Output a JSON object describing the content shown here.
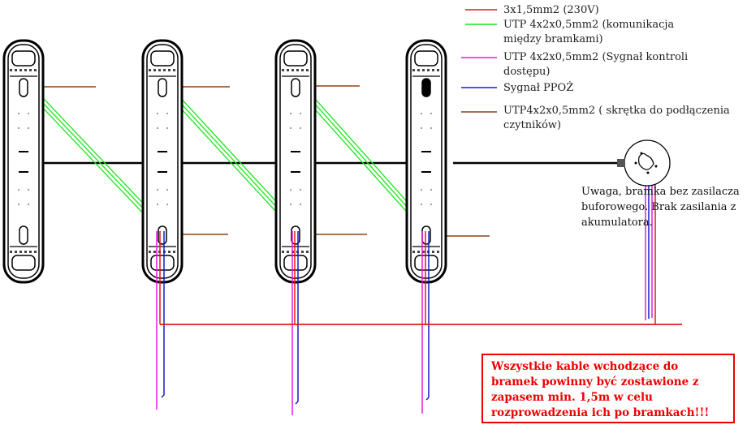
{
  "legend": [
    {
      "color": "#e41a1a",
      "lines": [
        "3x1,5mm2 (230V)"
      ]
    },
    {
      "color": "#19e619",
      "lines": [
        "UTP 4x2x0,5mm2 (komunikacja",
        "między bramkami)"
      ]
    },
    {
      "color": "#e01be0",
      "lines": [
        "UTP 4x2x0,5mm2 (Sygnał kontroli",
        "dostępu)"
      ]
    },
    {
      "color": "#1a1ac8",
      "lines": [
        "Sygnał PPOŻ"
      ]
    },
    {
      "color": "#8b4513",
      "lines": [
        "UTP4x2x0,5mm2 ( skrętka do podłączenia",
        "czytników)"
      ]
    }
  ],
  "note": "Uwaga, bramka bez zasilacza buforowego. Brak zasilania z akumulatora.",
  "warning": "Wszystkie kable wchodzące do bramek powinny być zostawione z zapasem min. 1,5m w celu rozprowadzenia ich po bramkach!!!"
}
